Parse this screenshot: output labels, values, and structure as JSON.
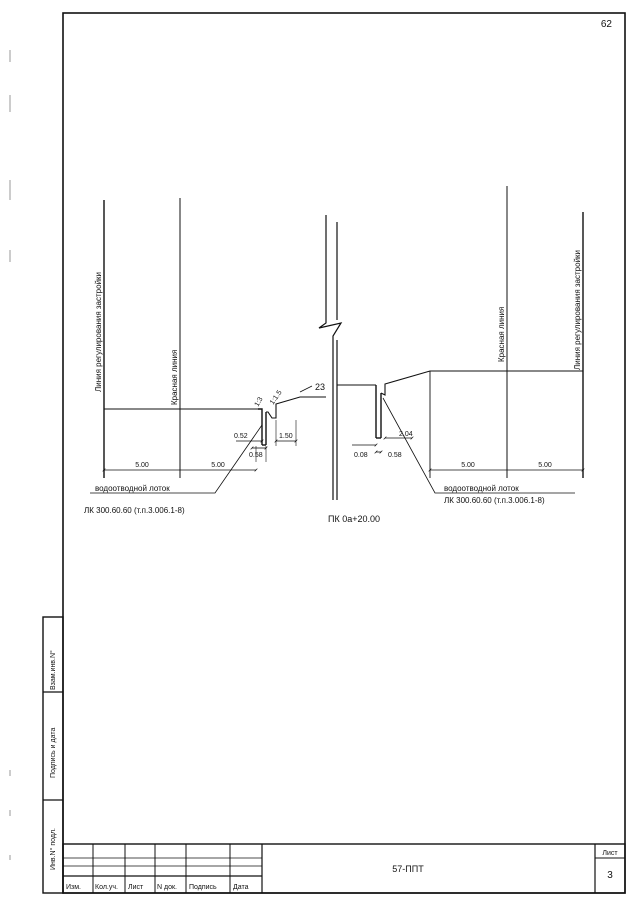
{
  "page_number": "62",
  "section_label": "ПК 0а+20.00",
  "left": {
    "building_line": "Линия регулирования застройки",
    "red_line": "Красная линия",
    "dim_5a": "5.00",
    "dim_5b": "5.00",
    "slope_a": "1:3",
    "slope_b": "1:1.5",
    "dim_052": "0.52",
    "dim_058": "0.58",
    "dim_150": "1.50",
    "channel_title": "водоотводной лоток",
    "channel_spec": "ЛК 300.60.60 (т.п.3.006.1-8)"
  },
  "right": {
    "building_line": "Линия регулирования застройки",
    "red_line": "Красная линия",
    "dim_008": "0.08",
    "dim_058": "0.58",
    "dim_204": "2.04",
    "dim_5a": "5.00",
    "dim_5b": "5.00",
    "channel_title": "водоотводной лоток",
    "channel_spec": "ЛК 300.60.60 (т.п.3.006.1-8)"
  },
  "center_mark": "23",
  "side_stamp": {
    "inv_ref": "Взам.инв.N°",
    "sign_date": "Подпись и дата",
    "inv_orig": "Инв.N° подл."
  },
  "title_block": {
    "col_izm": "Изм.",
    "col_kol": "Кол.уч.",
    "col_list": "Лист",
    "col_ndok": "N док.",
    "col_podp": "Подпись",
    "col_data": "Дата",
    "doc_code": "57-ППТ",
    "sheet_label": "Лист",
    "sheet_no": "3"
  }
}
